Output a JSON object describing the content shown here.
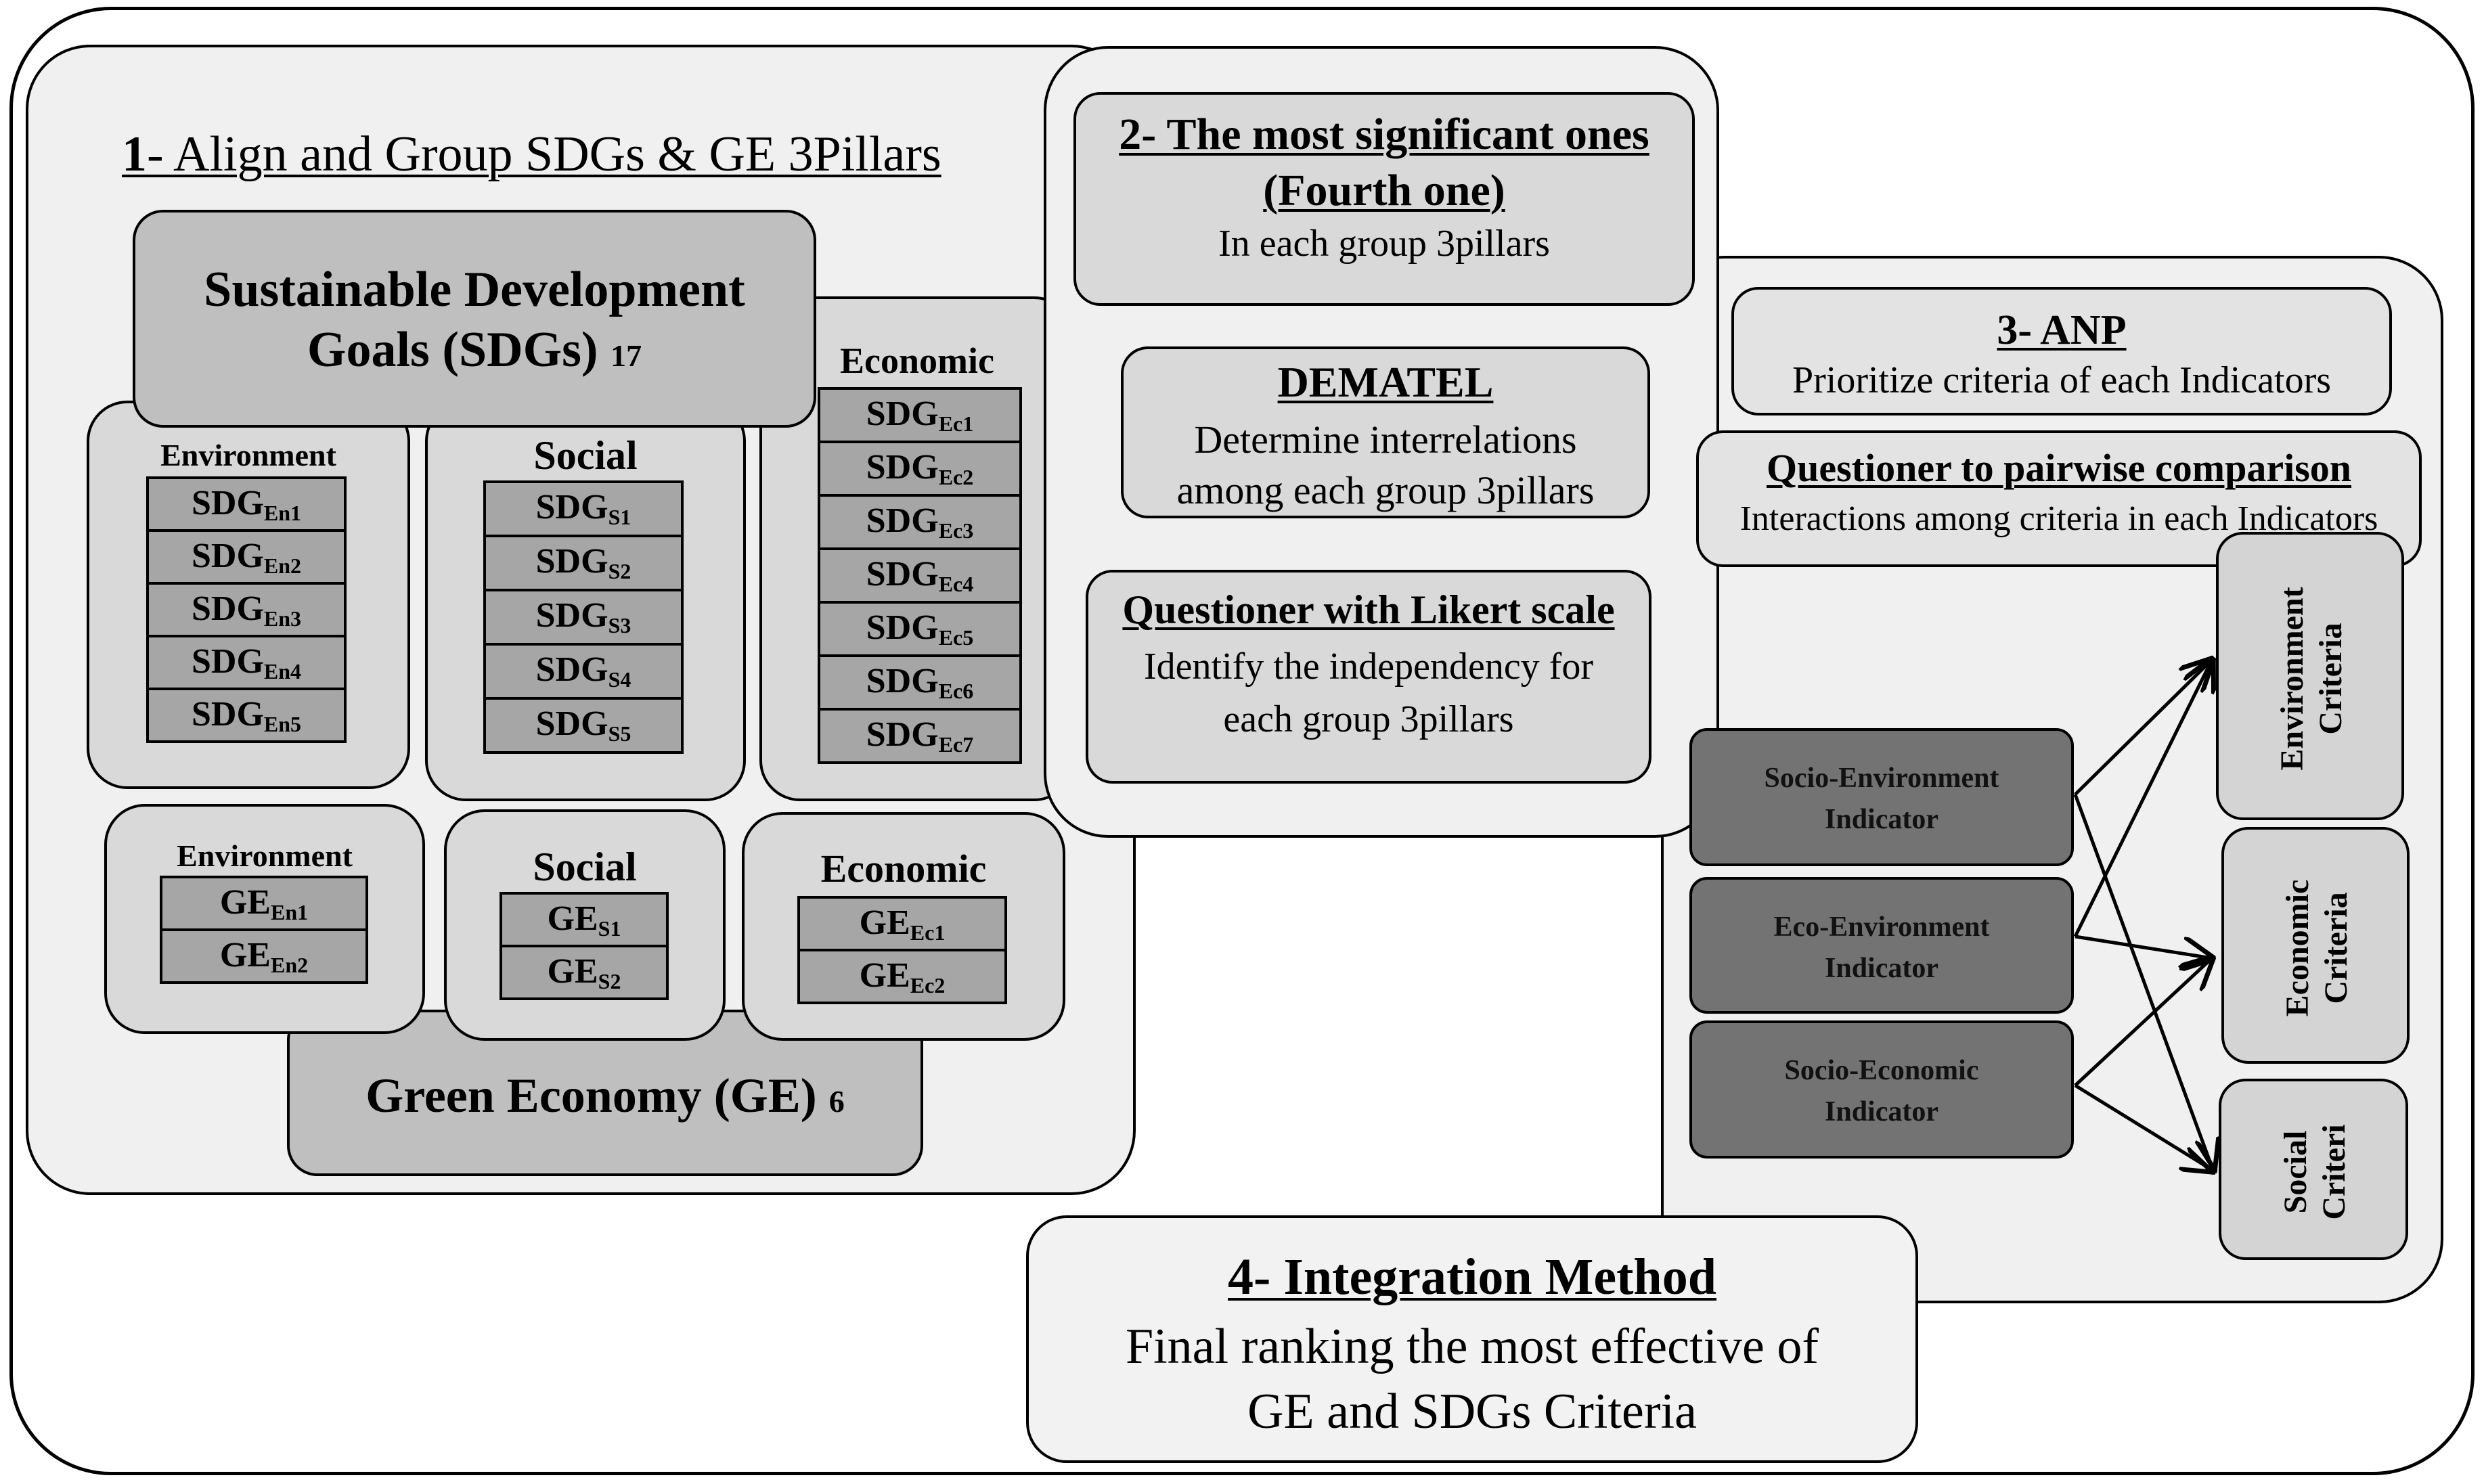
{
  "stage1": {
    "number": "1",
    "title": "- Align and Group SDGs & GE 3Pillars",
    "sdg_title": "Sustainable Development Goals (SDGs)",
    "sdg_count": "17",
    "sdg_groups": [
      {
        "label": "Environment",
        "cells": [
          {
            "base": "SDG",
            "sub": "En1"
          },
          {
            "base": "SDG",
            "sub": "En2"
          },
          {
            "base": "SDG",
            "sub": "En3"
          },
          {
            "base": "SDG",
            "sub": "En4"
          },
          {
            "base": "SDG",
            "sub": "En5"
          }
        ]
      },
      {
        "label": "Social",
        "cells": [
          {
            "base": "SDG",
            "sub": "S1"
          },
          {
            "base": "SDG",
            "sub": "S2"
          },
          {
            "base": "SDG",
            "sub": "S3"
          },
          {
            "base": "SDG",
            "sub": "S4"
          },
          {
            "base": "SDG",
            "sub": "S5"
          }
        ]
      },
      {
        "label": "Economic",
        "cells": [
          {
            "base": "SDG",
            "sub": "Ec1"
          },
          {
            "base": "SDG",
            "sub": "Ec2"
          },
          {
            "base": "SDG",
            "sub": "Ec3"
          },
          {
            "base": "SDG",
            "sub": "Ec4"
          },
          {
            "base": "SDG",
            "sub": "Ec5"
          },
          {
            "base": "SDG",
            "sub": "Ec6"
          },
          {
            "base": "SDG",
            "sub": "Ec7"
          }
        ]
      }
    ],
    "ge_groups": [
      {
        "label": "Environment",
        "cells": [
          {
            "base": "GE",
            "sub": "En1"
          },
          {
            "base": "GE",
            "sub": "En2"
          }
        ]
      },
      {
        "label": "Social",
        "cells": [
          {
            "base": "GE",
            "sub": "S1"
          },
          {
            "base": "GE",
            "sub": "S2"
          }
        ]
      },
      {
        "label": "Economic",
        "cells": [
          {
            "base": "GE",
            "sub": "Ec1"
          },
          {
            "base": "GE",
            "sub": "Ec2"
          }
        ]
      }
    ],
    "ge_title": "Green Economy (GE)",
    "ge_count": "6"
  },
  "stage2": {
    "header_line1": "2- The most significant ones",
    "header_line2": "(Fourth one)",
    "header_sub": "In each group 3pillars",
    "dematel_title": "DEMATEL",
    "dematel_line1": "Determine interrelations",
    "dematel_line2": "among each group 3pillars",
    "likert_title": "Questioner with Likert scale",
    "likert_line1": "Identify the independency for",
    "likert_line2": "each group 3pillars"
  },
  "stage3": {
    "anp_title": "3- ANP",
    "anp_sub": "Prioritize criteria of each Indicators",
    "pairwise_title": "Questioner to pairwise comparison",
    "pairwise_sub": "Interactions among criteria in each Indicators",
    "indicators": [
      {
        "line1": "Socio-Environment",
        "line2": "Indicator"
      },
      {
        "line1": "Eco-Environment",
        "line2": "Indicator"
      },
      {
        "line1": "Socio-Economic",
        "line2": "Indicator"
      }
    ],
    "criteria": [
      {
        "line1": "Environment",
        "line2": "Criteria"
      },
      {
        "line1": "Economic",
        "line2": "Criteria"
      },
      {
        "line1": "Social",
        "line2": "Criteri"
      }
    ],
    "links": [
      [
        0,
        0
      ],
      [
        0,
        2
      ],
      [
        1,
        0
      ],
      [
        1,
        1
      ],
      [
        2,
        1
      ],
      [
        2,
        2
      ]
    ]
  },
  "stage4": {
    "title": "4- Integration Method",
    "line1": "Final ranking the most effective of",
    "line2": "GE and SDGs Criteria"
  }
}
